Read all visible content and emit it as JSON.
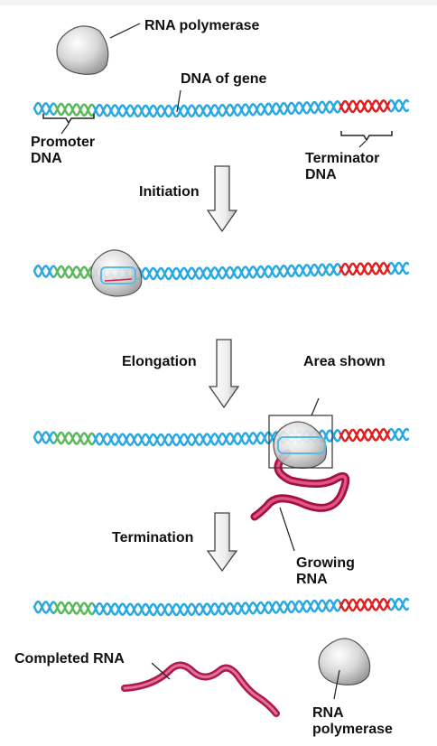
{
  "labels": {
    "rna_polymerase_top": "RNA polymerase",
    "dna_of_gene": "DNA of gene",
    "promoter_line1": "Promoter",
    "promoter_line2": "DNA",
    "terminator_line1": "Terminator",
    "terminator_line2": "DNA",
    "initiation": "Initiation",
    "elongation": "Elongation",
    "area_shown": "Area shown",
    "termination": "Termination",
    "growing_line1": "Growing",
    "growing_line2": "RNA",
    "completed_rna": "Completed RNA",
    "rna_pol_bottom_line1": "RNA",
    "rna_pol_bottom_line2": "polymerase"
  },
  "colors": {
    "dna": "#29a9e1",
    "promoter": "#5cb85c",
    "terminator": "#e02020",
    "rna": "#d6336c",
    "polymerase": "#d0d0d0",
    "arrow": "#ffffff"
  },
  "stages": [
    "before",
    "initiation",
    "elongation",
    "termination"
  ]
}
